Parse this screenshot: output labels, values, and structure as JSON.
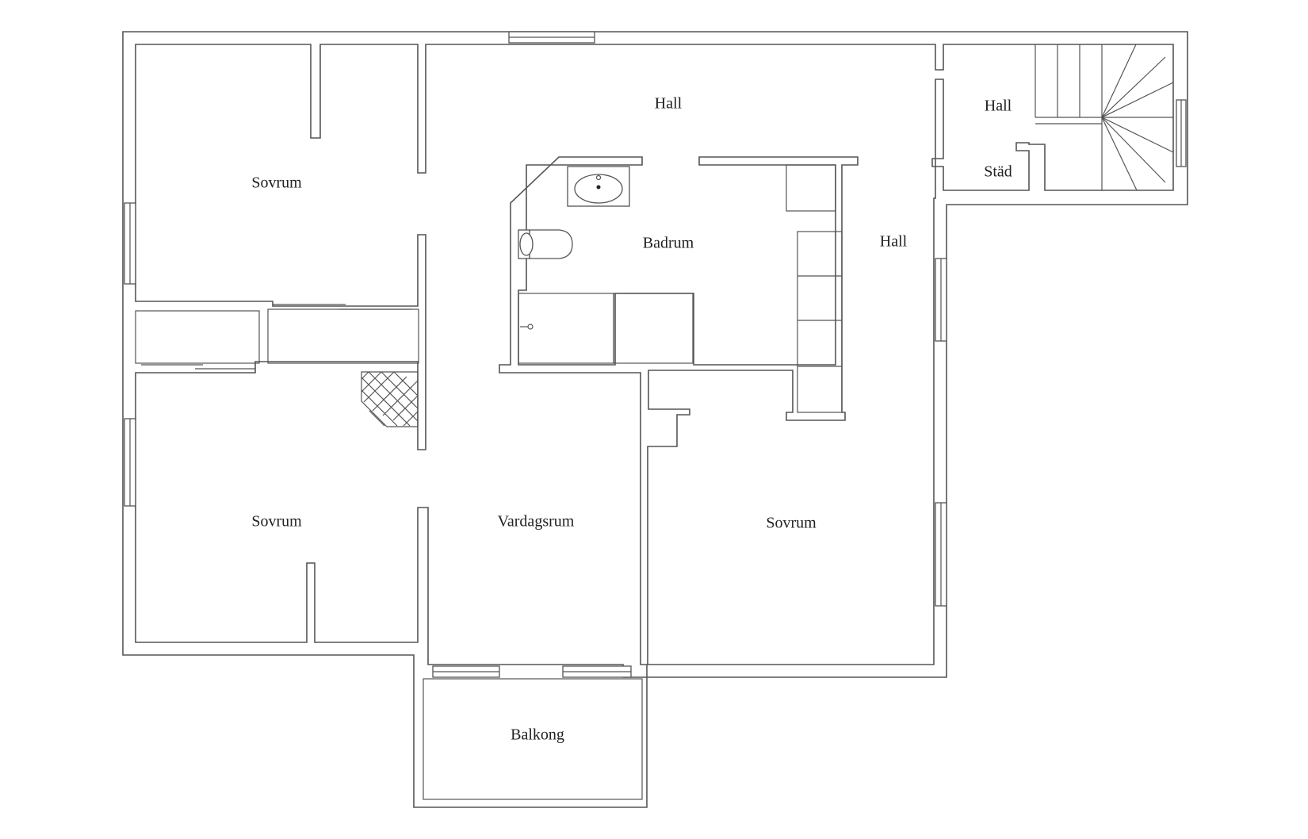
{
  "rooms": [
    {
      "id": "hall-main",
      "label": "Hall"
    },
    {
      "id": "hall-stair",
      "label": "Hall"
    },
    {
      "id": "stad",
      "label": "Städ"
    },
    {
      "id": "sovrum-top",
      "label": "Sovrum"
    },
    {
      "id": "badrum",
      "label": "Badrum"
    },
    {
      "id": "hall-right",
      "label": "Hall"
    },
    {
      "id": "sovrum-bottom-left",
      "label": "Sovrum"
    },
    {
      "id": "vardagsrum",
      "label": "Vardagsrum"
    },
    {
      "id": "sovrum-right",
      "label": "Sovrum"
    },
    {
      "id": "balkong",
      "label": "Balkong"
    }
  ]
}
